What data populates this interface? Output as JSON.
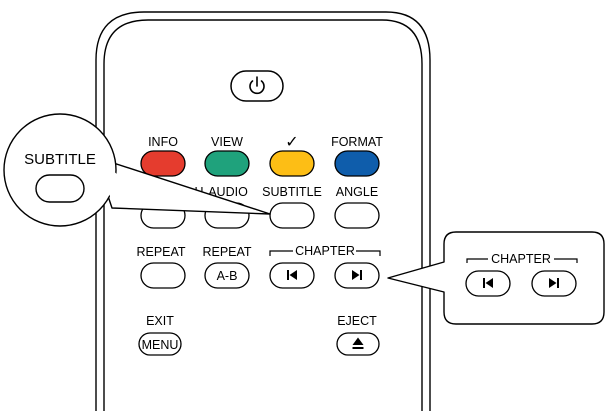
{
  "remote": {
    "power_icon": "power-icon",
    "row_color": {
      "labels": [
        "INFO",
        "VIEW",
        "✓",
        "FORMAT"
      ],
      "colors": [
        "#e53c2e",
        "#1fa27c",
        "#fdbe15",
        "#0f5dab"
      ]
    },
    "row_middle": {
      "labels": [
        "AUDIO",
        "SUBTITLE",
        "ANGLE"
      ],
      "partial_label_left": "H"
    },
    "row_repeat": {
      "label_repeat": "REPEAT",
      "label_repeat_ab": "REPEAT",
      "ab_button_text": "A-B",
      "chapter_label": "CHAPTER",
      "prev_icon": "skip-previous-icon",
      "next_icon": "skip-next-icon"
    },
    "row_bottom": {
      "exit_label": "EXIT",
      "menu_button_text": "MENU",
      "eject_label": "EJECT",
      "eject_icon": "eject-icon"
    }
  },
  "callout_subtitle": {
    "label": "SUBTITLE"
  },
  "callout_chapter": {
    "label": "CHAPTER",
    "prev_icon": "skip-previous-icon",
    "next_icon": "skip-next-icon"
  }
}
